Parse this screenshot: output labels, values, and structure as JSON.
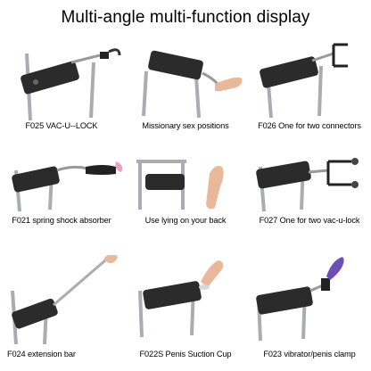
{
  "title": "Multi-angle multi-function display",
  "items": [
    {
      "caption": "F025 VAC-U--LOCK"
    },
    {
      "caption": "Missionary sex positions"
    },
    {
      "caption": "F026 One for two connectors"
    },
    {
      "caption": "F021 spring shock absorber"
    },
    {
      "caption": "Use lying on your back"
    },
    {
      "caption": "F027 One for two vac-u-lock"
    },
    {
      "caption": "F024  extension bar"
    },
    {
      "caption": "F022S Penis Suction Cup"
    },
    {
      "caption": "F023 vibrator/penis clamp"
    }
  ],
  "colors": {
    "machine_body": "#2b2b2b",
    "legs": "#a9adb2",
    "skin": "#e9b79a",
    "pink": "#e7a3bf",
    "purple": "#6b4fb5"
  }
}
